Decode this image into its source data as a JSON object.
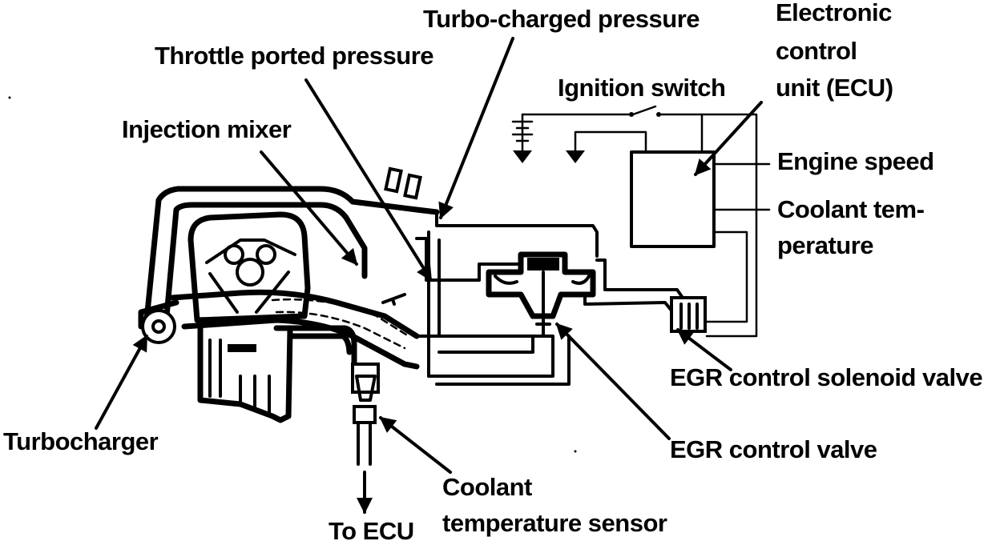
{
  "labels": {
    "turbo_charged_pressure": "Turbo-charged pressure",
    "ecu_line1": "Electronic",
    "ecu_line2": "control",
    "ecu_line3": "unit (ECU)",
    "throttle_ported_pressure": "Throttle ported pressure",
    "ignition_switch": "Ignition switch",
    "injection_mixer": "Injection mixer",
    "engine_speed": "Engine speed",
    "coolant_temp_line1": "Coolant tem-",
    "coolant_temp_line2": "perature",
    "egr_solenoid": "EGR control solenoid valve",
    "turbocharger": "Turbocharger",
    "egr_control_valve": "EGR control valve",
    "coolant_sensor_line1": "Coolant",
    "coolant_sensor_line2": "temperature sensor",
    "to_ecu": "To ECU"
  },
  "colors": {
    "ink": "#000000",
    "paper": "#ffffff"
  }
}
